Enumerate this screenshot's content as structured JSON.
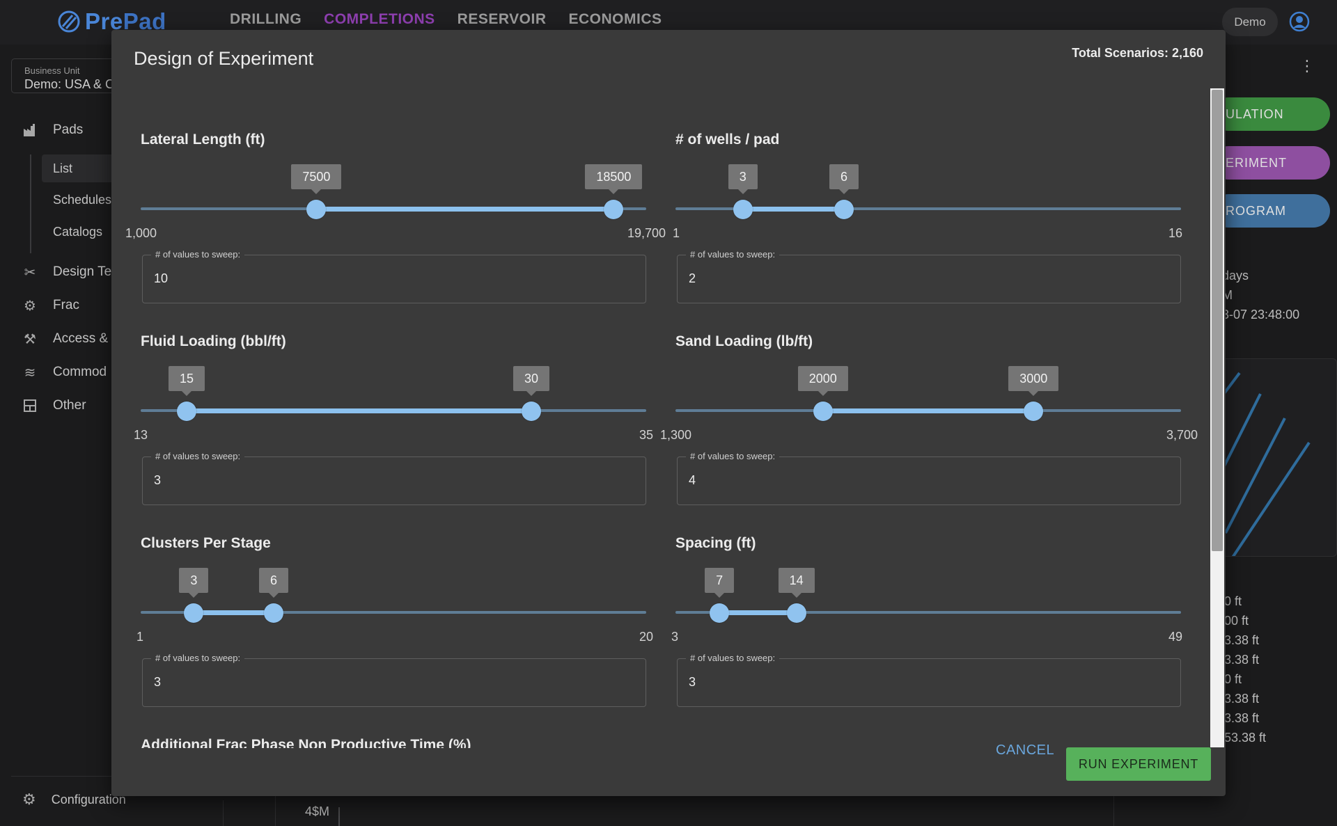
{
  "app": {
    "logo_text_pre": "Pre",
    "logo_text_pad": "Pad",
    "nav": [
      "DRILLING",
      "COMPLETIONS",
      "RESERVOIR",
      "ECONOMICS"
    ],
    "active_nav": "COMPLETIONS",
    "user_chip": "Demo",
    "accent_color": "#8e3fb0"
  },
  "sidebar": {
    "business_unit_label": "Business Unit",
    "business_unit_value": "Demo: USA & C",
    "items": [
      {
        "label": "Pads",
        "icon": "factory-icon"
      },
      {
        "label": "Design Te",
        "icon": "tools-icon"
      },
      {
        "label": "Frac",
        "icon": "gear-home-icon"
      },
      {
        "label": "Access &",
        "icon": "wrench-icon"
      },
      {
        "label": "Commod",
        "icon": "waves-icon"
      },
      {
        "label": "Other",
        "icon": "grid-icon"
      }
    ],
    "sub_items": [
      "List",
      "Schedules",
      "Catalogs"
    ],
    "config_label": "Configuration"
  },
  "background": {
    "buttons": [
      "ULATION",
      "ERIMENT",
      "ROGRAM"
    ],
    "info_lines": [
      "days",
      "M",
      "3-07 23:48:00"
    ],
    "list_values": [
      "0 ft",
      "00 ft",
      "3.38 ft",
      "3.38 ft",
      "0 ft",
      "3.38 ft",
      "3.38 ft",
      "53.38 ft"
    ],
    "axis_label": "4$M"
  },
  "modal": {
    "title": "Design of Experiment",
    "total_scenarios": "Total Scenarios: 2,160",
    "sweep_label": "# of values to sweep:",
    "cancel_label": "CANCEL",
    "run_label": "RUN EXPERIMENT",
    "params": [
      {
        "title": "Lateral Length (ft)",
        "min": 1000,
        "max": 19700,
        "min_label": "1,000",
        "max_label": "19,700",
        "low": 7500,
        "high": 18500,
        "low_label": "7500",
        "high_label": "18500",
        "sweep": "10"
      },
      {
        "title": "# of wells / pad",
        "min": 1,
        "max": 16,
        "min_label": "1",
        "max_label": "16",
        "low": 3,
        "high": 6,
        "low_label": "3",
        "high_label": "6",
        "sweep": "2"
      },
      {
        "title": "Fluid Loading (bbl/ft)",
        "min": 13,
        "max": 35,
        "min_label": "13",
        "max_label": "35",
        "low": 15,
        "high": 30,
        "low_label": "15",
        "high_label": "30",
        "sweep": "3"
      },
      {
        "title": "Sand Loading (lb/ft)",
        "min": 1300,
        "max": 3700,
        "min_label": "1,300",
        "max_label": "3,700",
        "low": 2000,
        "high": 3000,
        "low_label": "2000",
        "high_label": "3000",
        "sweep": "4"
      },
      {
        "title": "Clusters Per Stage",
        "min": 1,
        "max": 20,
        "min_label": "1",
        "max_label": "20",
        "low": 3,
        "high": 6,
        "low_label": "3",
        "high_label": "6",
        "sweep": "3"
      },
      {
        "title": "Spacing (ft)",
        "min": 3,
        "max": 49,
        "min_label": "3",
        "max_label": "49",
        "low": 7,
        "high": 14,
        "low_label": "7",
        "high_label": "14",
        "sweep": "3"
      }
    ],
    "partial_param_title": "Additional Frac Phase Non Productive Time (%)"
  }
}
